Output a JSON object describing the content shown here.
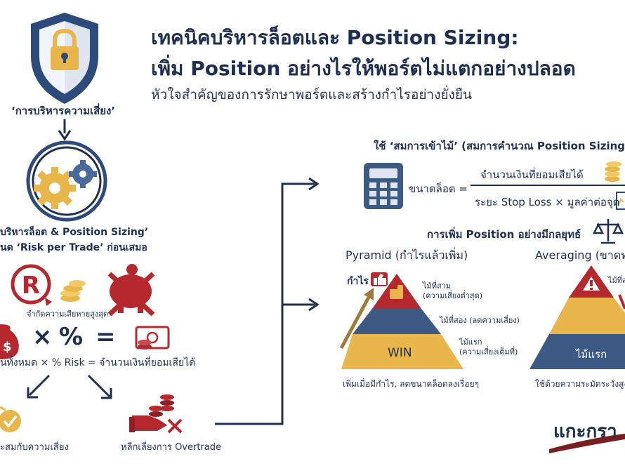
{
  "header": {
    "title_line1": "เทคนิคบริหารล็อตและ Position Sizing:",
    "title_line2": "เพิ่ม Position อย่างไรให้พอร์ตไม่แตกอย่างปลอด",
    "subtitle": "หัวใจสำคัญของการรักษาพอร์ตและสร้างกำไรอย่างยั่งยืน"
  },
  "left": {
    "risk_label": "‘การบริหารความเสี่ยง’",
    "lot_line1": "บริหารล็อต & Position Sizing’",
    "lot_line2": "นด ‘Risk per Trade’ ก่อนเสมอ",
    "limit_caption": "จำกัดความเสียหายสูงสุด",
    "op_times": "×",
    "op_percent": "%",
    "op_equals": "=",
    "formula": "นทั้งหมด × % Risk = จำนวนเงินที่ยอมเสียได้",
    "outcome_left": "ะสมกับความเสี่ยง",
    "outcome_right": "หลีกเลี่ยงการ Overtrade"
  },
  "equation": {
    "heading": "ใช้ ‘สมการเข้าไม้’ (สมการคำนวณ Position Sizing",
    "lhs": "ขนาดล็อต =",
    "numerator": "จำนวนเงินที่ยอมเสียได้",
    "denominator": "ระยะ Stop Loss × มูลค่าต่อจุด"
  },
  "strategy": {
    "heading": "การเพิ่ม Position อย่างมีกลยุทธ์",
    "pyramid_title": "Pyramid (กำไรแล้วเพิ่ม)",
    "profit_label": "กำไร",
    "tier3_name": "ไม้ที่สาม",
    "tier3_note": "(ความเสี่ยงต่ำสุด)",
    "tier2_note": "ไม้ที่สอง (ลดความเสี่ยง)",
    "tier1_name": "ไม้แรก",
    "tier1_note": "(ความเสี่ยงเต็มที่)",
    "win_label": "WIN",
    "pyramid_caption": "เพิ่มเมื่อมีกำไร, ลดขนาดล็อตลงเรื่อยๆ",
    "averaging_title": "Averaging (ขาดทุ",
    "avg_tier3_label": "ไม้ที่ส",
    "avg_base_label": "ไม้แรก",
    "averaging_caption": "ใช้ด้วยความระมัดระวังสูง, คำ"
  },
  "brand": {
    "text": "แกะกรา"
  },
  "colors": {
    "navy": "#2c4a7a",
    "gold": "#e8b64a",
    "red": "#b5282e",
    "dark": "#1e2f52"
  }
}
